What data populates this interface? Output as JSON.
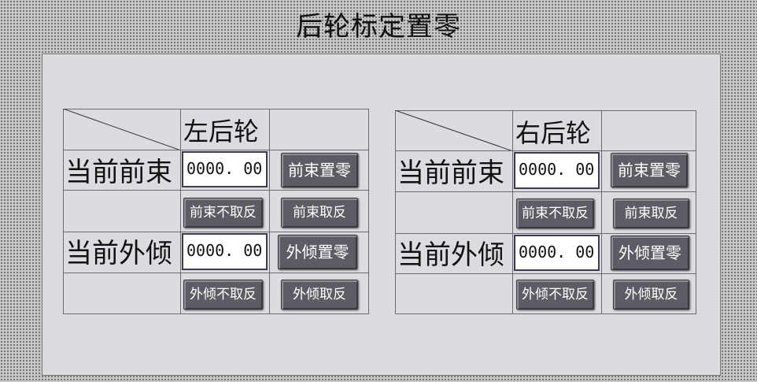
{
  "window": {
    "title": "后轮标定置零"
  },
  "left": {
    "header": "左后轮",
    "row_toe": {
      "label": "当前前束",
      "value": "0000. 00",
      "zero_button": "前束置零",
      "no_invert_button": "前束不取反",
      "invert_button": "前束取反"
    },
    "row_camber": {
      "label": "当前外倾",
      "value": "0000. 00",
      "zero_button": "外倾置零",
      "no_invert_button": "外倾不取反",
      "invert_button": "外倾取反"
    }
  },
  "right": {
    "header": "右后轮",
    "row_toe": {
      "label": "当前前束",
      "value": "0000. 00",
      "zero_button": "前束置零",
      "no_invert_button": "前束不取反",
      "invert_button": "前束取反"
    },
    "row_camber": {
      "label": "当前外倾",
      "value": "0000. 00",
      "zero_button": "外倾置零",
      "no_invert_button": "外倾不取反",
      "invert_button": "外倾取反"
    }
  },
  "colors": {
    "button_bg": "#5d5c64",
    "panel_bg": "#dcdbdf",
    "input_bg": "#ffffff"
  }
}
